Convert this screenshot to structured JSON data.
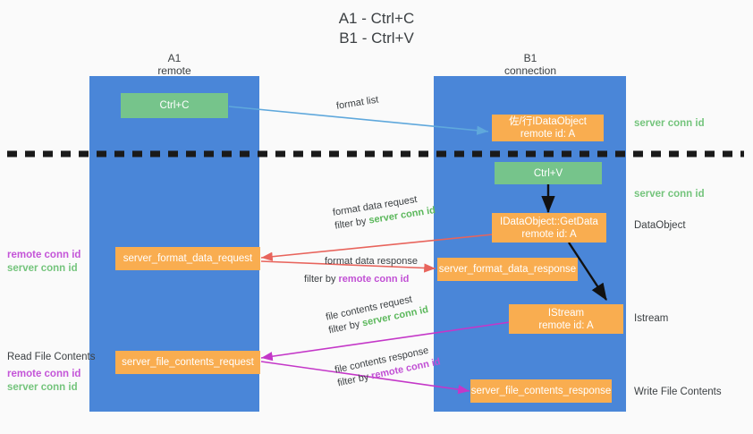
{
  "title": {
    "line1": "A1 - Ctrl+C",
    "line2": "B1 - Ctrl+V"
  },
  "lanes": [
    {
      "name": "A1",
      "sub": "remote"
    },
    {
      "name": "B1",
      "sub": "connection"
    }
  ],
  "boxes": {
    "ctrl_c": "Ctrl+C",
    "ctrl_v": "Ctrl+V",
    "idataobject": {
      "line1": "佐/行IDataObject",
      "line2": "remote id: A"
    },
    "getdata": {
      "line1": "IDataObject::GetData",
      "line2": "remote id: A"
    },
    "istream": {
      "line1": "IStream",
      "line2": "remote id: A"
    },
    "server_format_data_request": "server_format_data_request",
    "server_format_data_response": "server_format_data_response",
    "server_file_contents_request": "server_file_contents_request",
    "server_file_contents_response": "server_file_contents_response"
  },
  "edge_labels": {
    "format_list": "format list",
    "format_data_request": {
      "line1": "format data request",
      "filter_prefix": "filter by",
      "filter_key": "server conn id"
    },
    "format_data_response": {
      "line1": "format data response",
      "filter_prefix": "filter by",
      "filter_key": "remote conn id"
    },
    "file_contents_request": {
      "line1": "file contents request",
      "filter_prefix": "filter by",
      "filter_key": "server conn id"
    },
    "file_contents_response": {
      "line1": "file contents response",
      "filter_prefix": "filter by",
      "filter_key": "remote conn id"
    }
  },
  "left_margin": {
    "ids_upper": {
      "remote": "remote conn id",
      "server": "server conn id"
    },
    "read_file_contents": "Read File Contents",
    "ids_lower": {
      "remote": "remote conn id",
      "server": "server conn id"
    }
  },
  "right_margin": {
    "server_conn_id_top": "server conn id",
    "server_conn_id_second": "server conn id",
    "dataobject": "DataObject",
    "istream": "Istream",
    "write_file_contents": "Write File Contents"
  },
  "colors": {
    "lane": "#4a86d8",
    "green_box": "#76c48b",
    "orange_box": "#f9ad50",
    "arrow_blue": "#5fa8dc",
    "arrow_red": "#e8645c",
    "arrow_magenta": "#c437c8",
    "arrow_black": "#111111",
    "key_green": "#5cb85c",
    "key_purple": "#c14fd4",
    "divider": "#1a1a1a"
  }
}
